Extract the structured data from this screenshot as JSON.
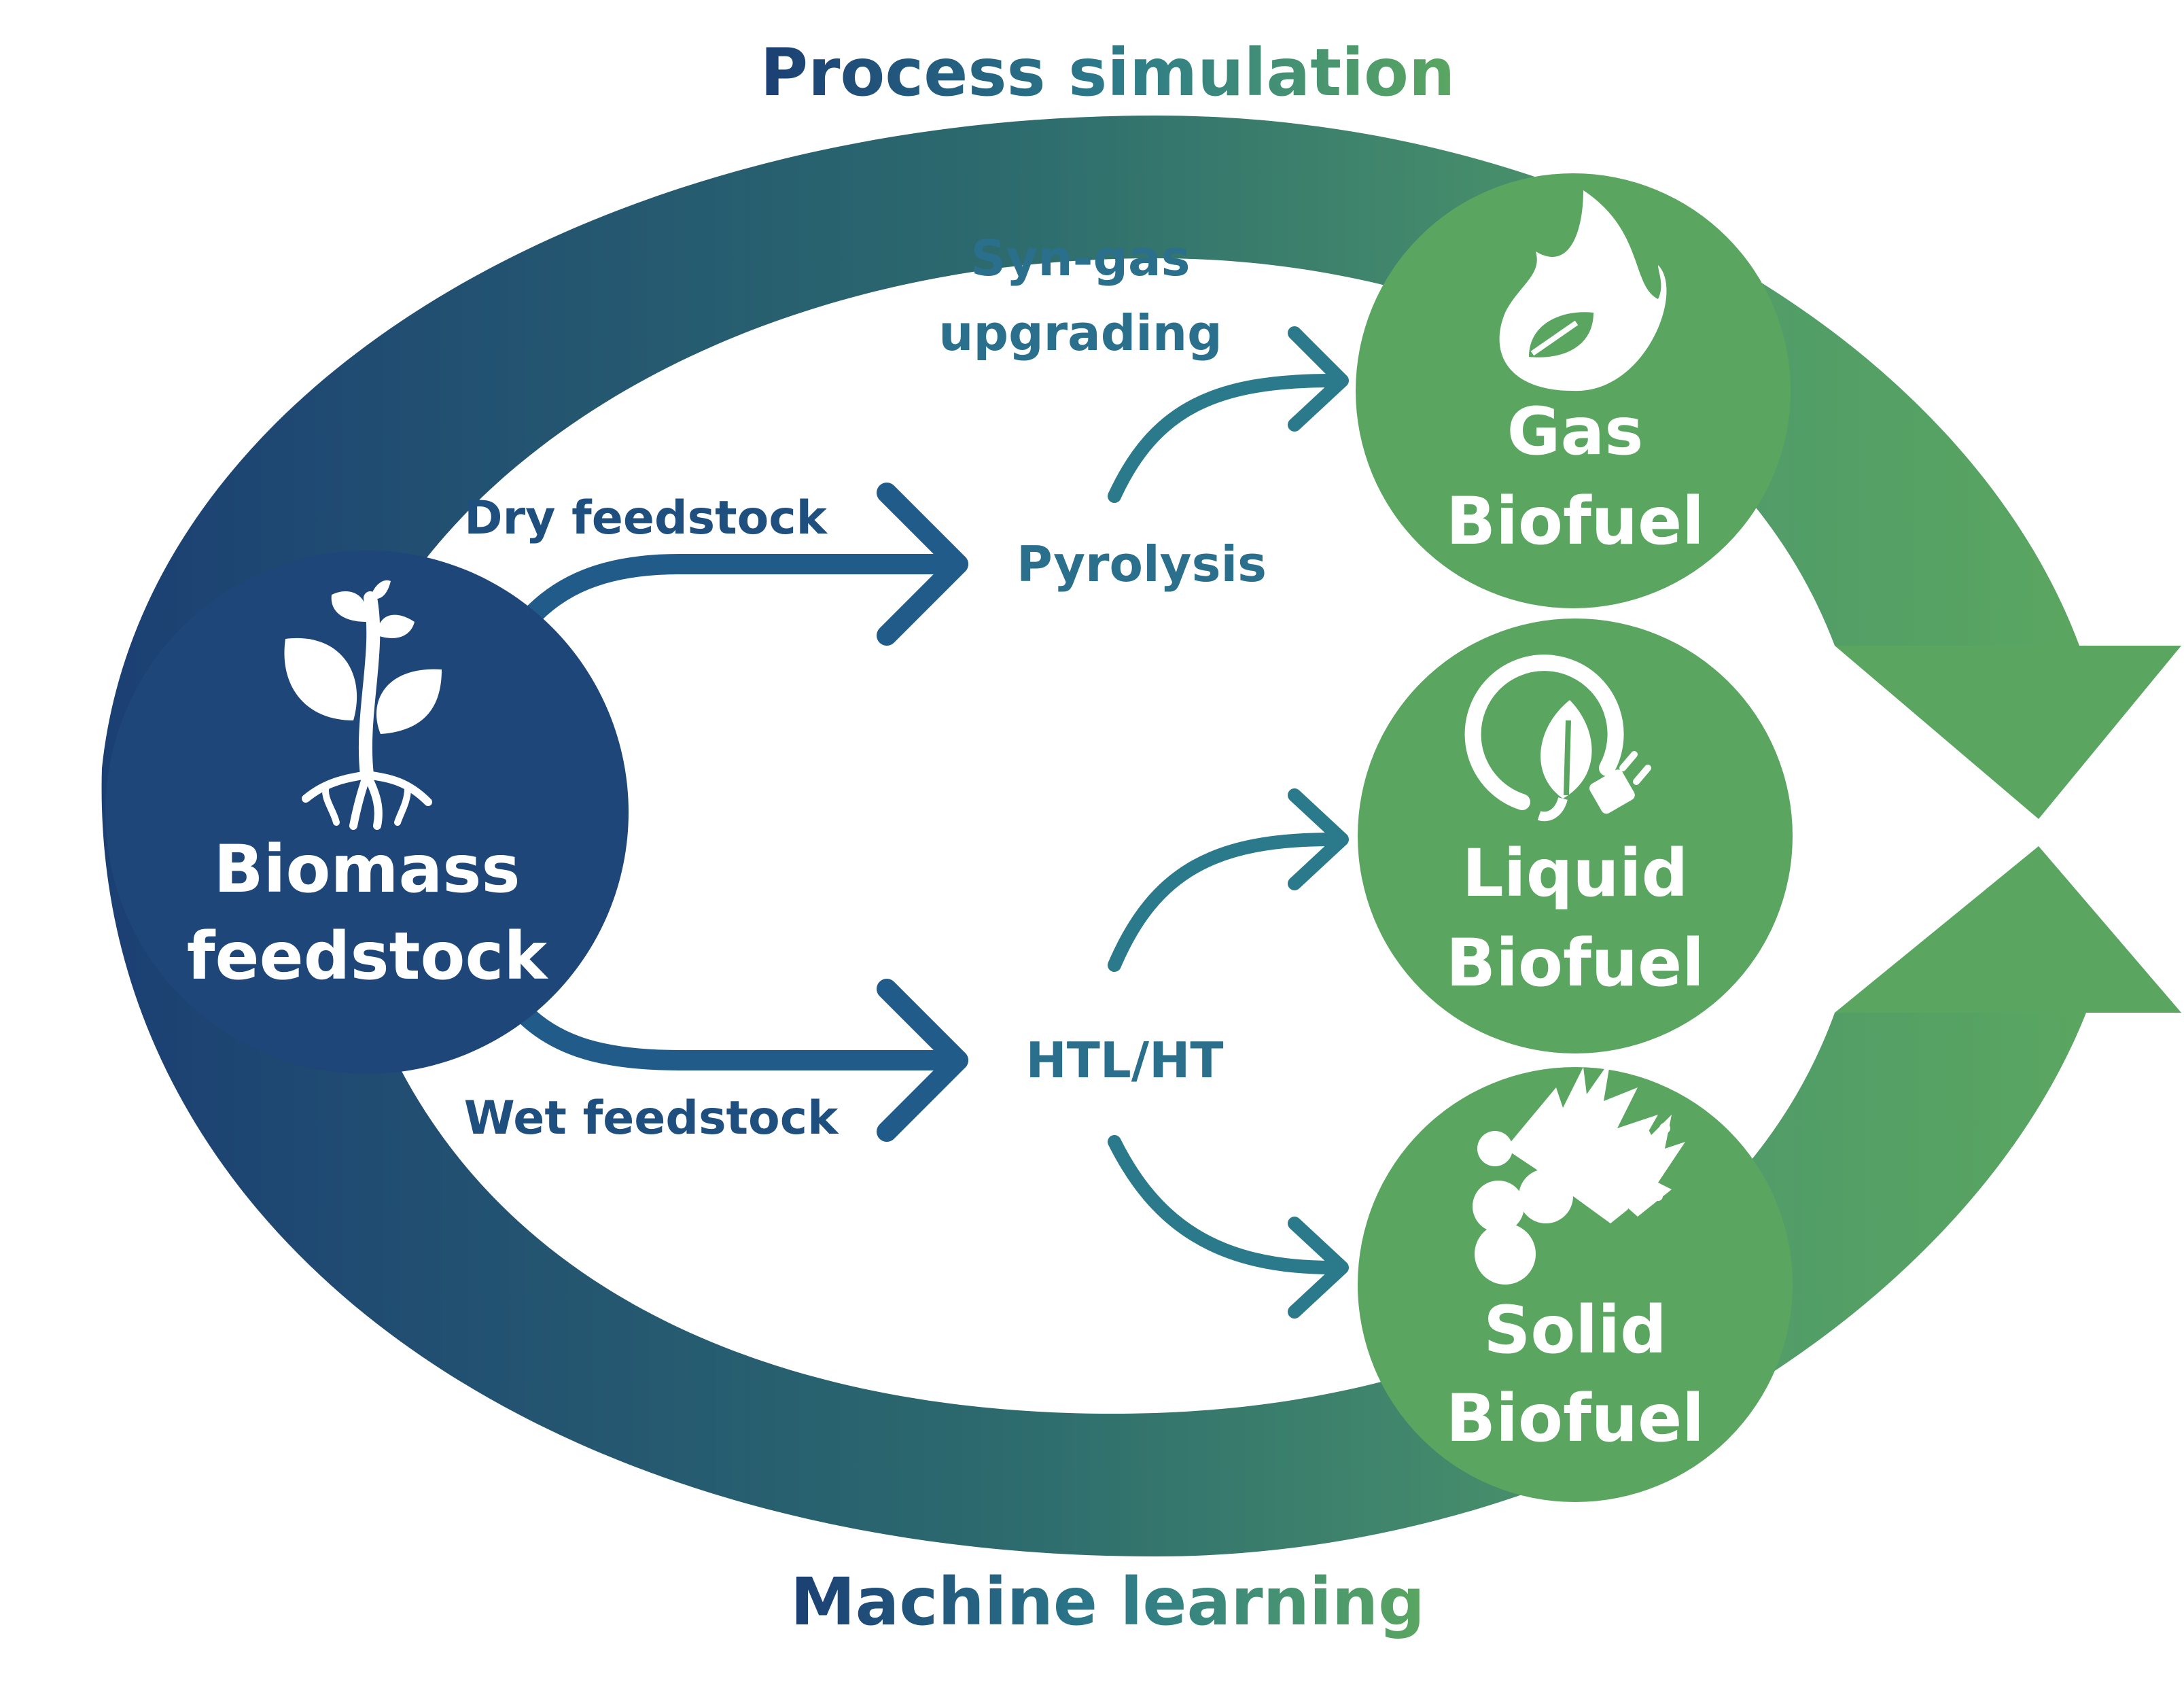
{
  "title_top": "Process simulation",
  "title_bottom": "Machine learning",
  "source": {
    "line1": "Biomass",
    "line2": "feedstock",
    "icon": "plant-icon"
  },
  "feedstocks": {
    "dry": "Dry feedstock",
    "wet": "Wet feedstock"
  },
  "processes": {
    "pyrolysis": "Pyrolysis",
    "htl": "HTL/HT",
    "syngas_line1": "Syn-gas",
    "syngas_line2": "upgrading"
  },
  "products": [
    {
      "line1": "Gas",
      "line2": "Biofuel",
      "icon": "flame-leaf-icon"
    },
    {
      "line1": "Liquid",
      "line2": "Biofuel",
      "icon": "leaf-plug-icon"
    },
    {
      "line1": "Solid",
      "line2": "Biofuel",
      "icon": "wood-pellets-icon"
    }
  ],
  "colors": {
    "navy": "#1b3f73",
    "blue": "#205b8a",
    "teal": "#2c7a8a",
    "green": "#5aa660",
    "white": "#ffffff"
  }
}
